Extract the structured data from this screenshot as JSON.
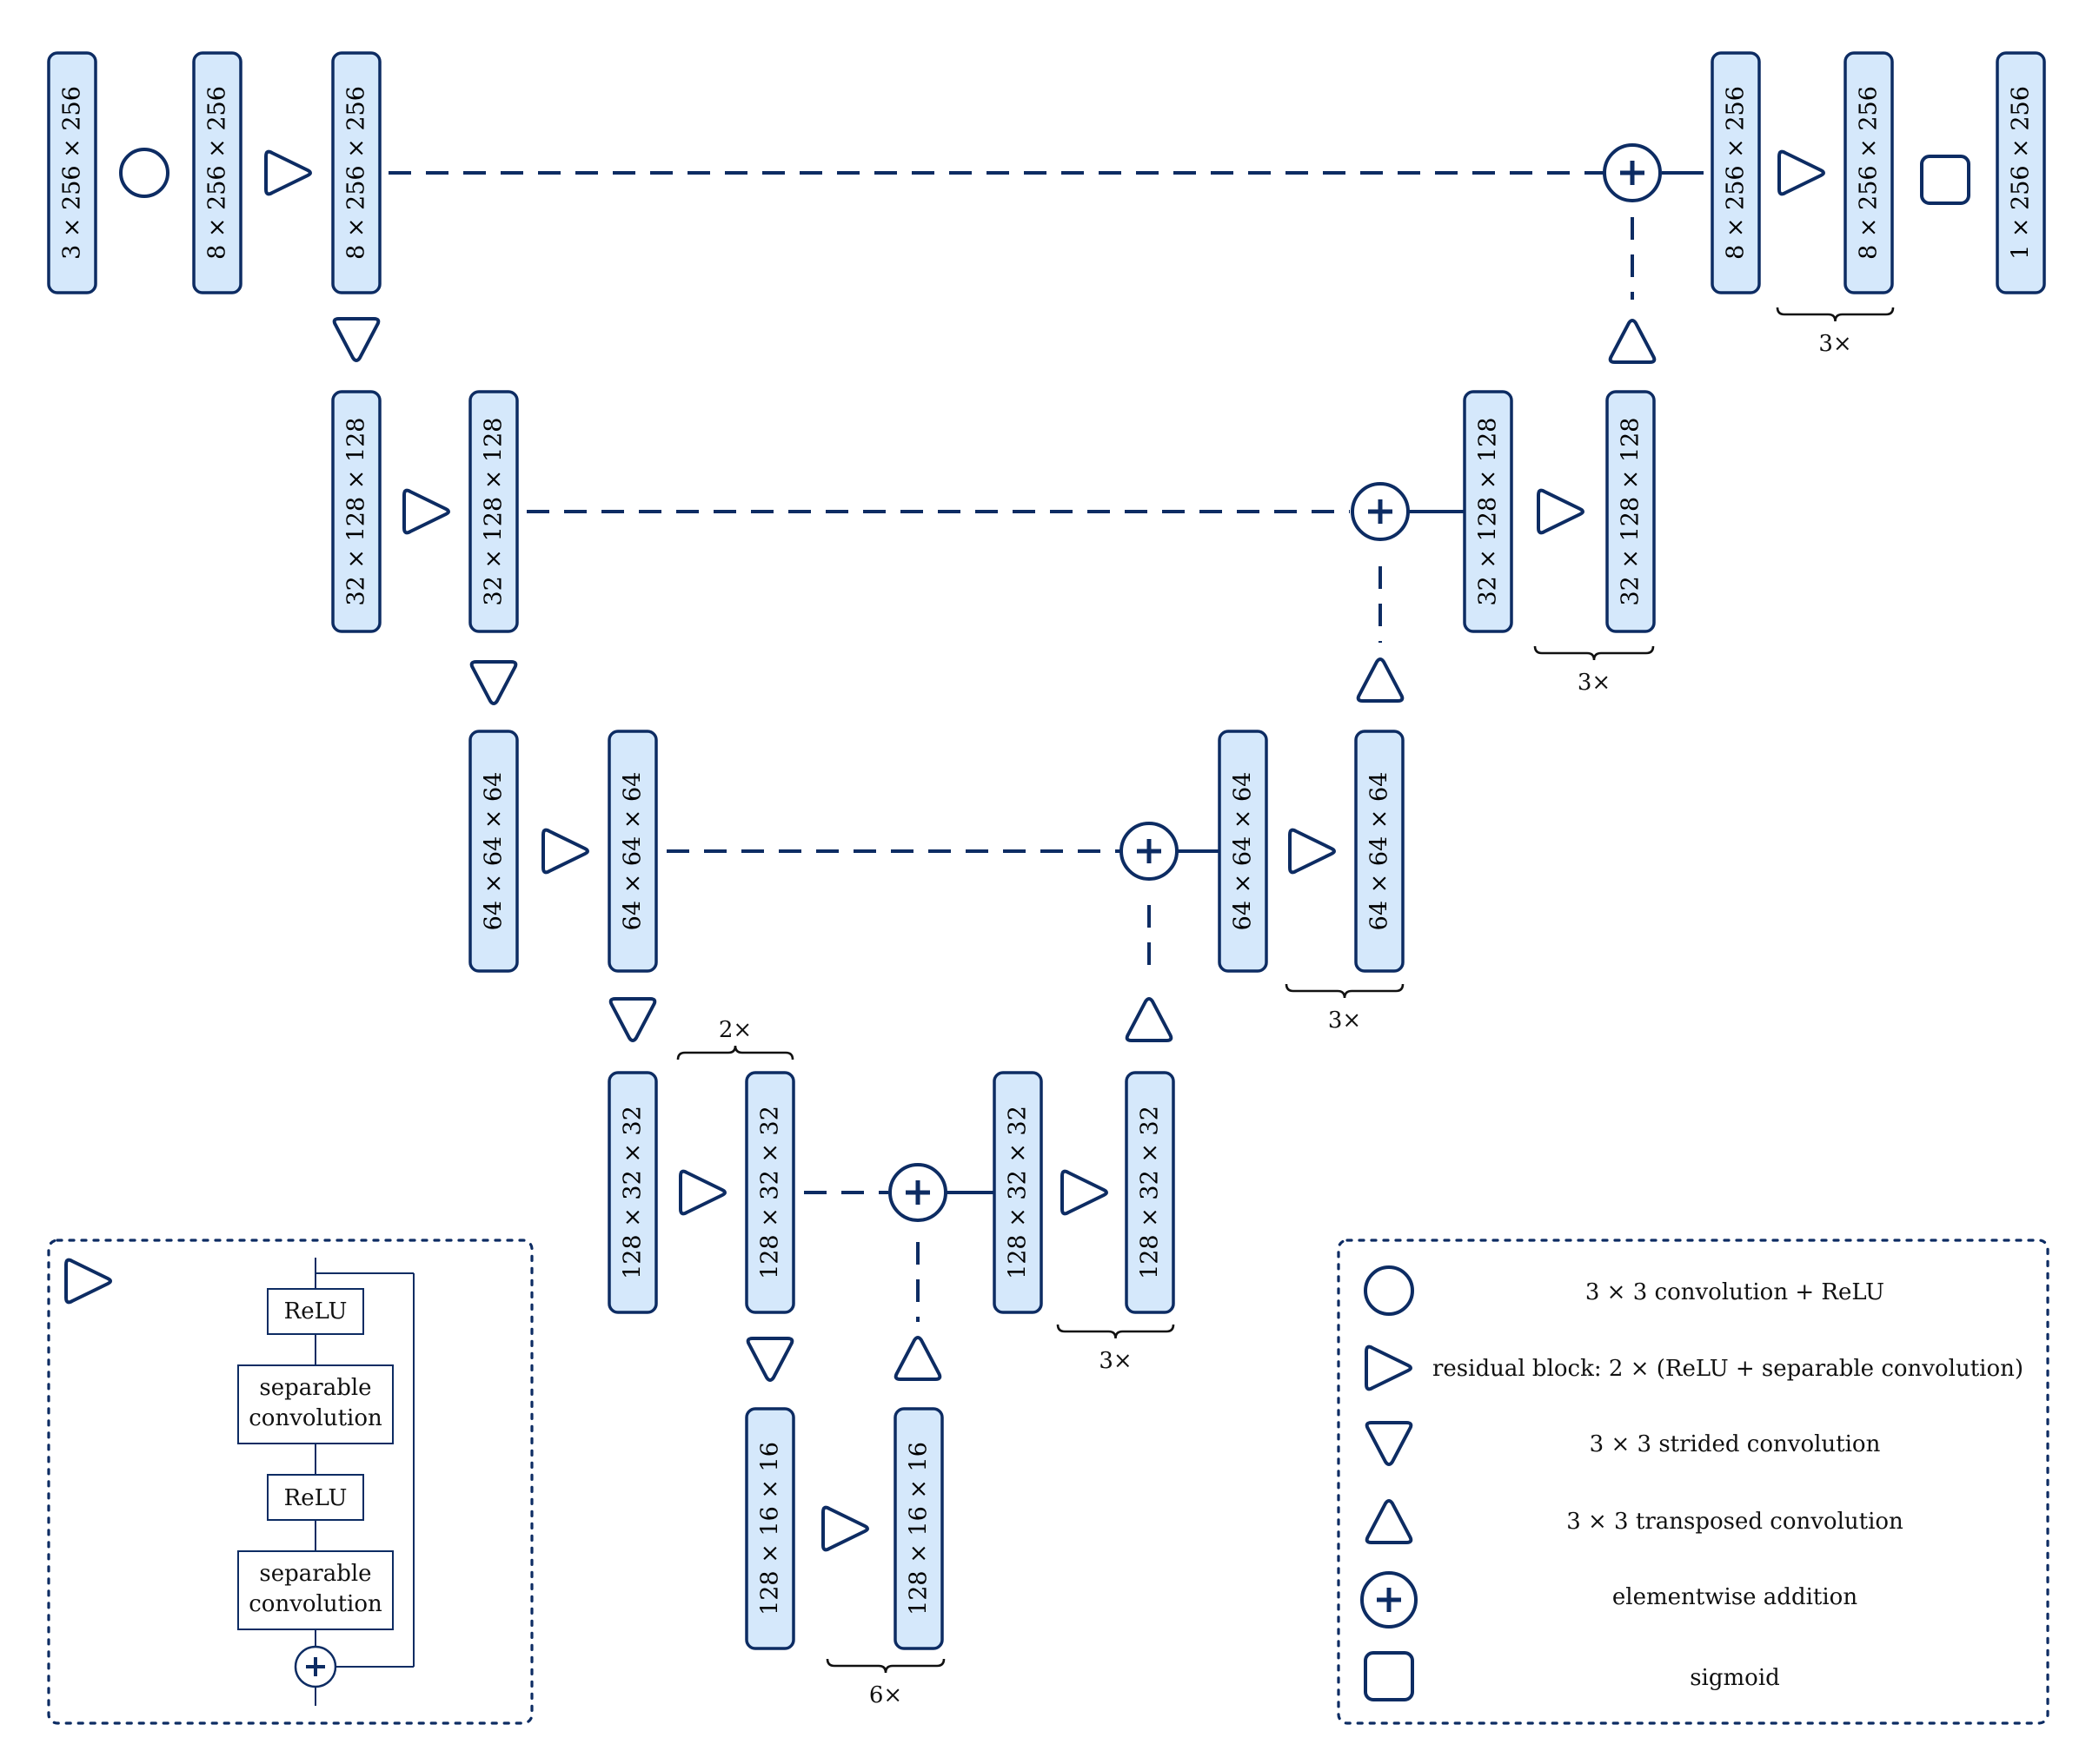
{
  "blocks": [
    {
      "id": "b1",
      "label": "3 × 256 × 256"
    },
    {
      "id": "b2",
      "label": "8 × 256 × 256"
    },
    {
      "id": "b3",
      "label": "8 × 256 × 256"
    },
    {
      "id": "b4",
      "label": "32 × 128 × 128"
    },
    {
      "id": "b5",
      "label": "32 × 128 × 128"
    },
    {
      "id": "b6",
      "label": "64 × 64 × 64"
    },
    {
      "id": "b7",
      "label": "64 × 64 × 64"
    },
    {
      "id": "b8",
      "label": "128 × 32 × 32"
    },
    {
      "id": "b9",
      "label": "128 × 32 × 32"
    },
    {
      "id": "b10",
      "label": "128 × 16 × 16"
    },
    {
      "id": "b11",
      "label": "128 × 16 × 16"
    },
    {
      "id": "b12",
      "label": "128 × 32 × 32"
    },
    {
      "id": "b13",
      "label": "128 × 32 × 32"
    },
    {
      "id": "b14",
      "label": "64 × 64 × 64"
    },
    {
      "id": "b15",
      "label": "64 × 64 × 64"
    },
    {
      "id": "b16",
      "label": "32 × 128 × 128"
    },
    {
      "id": "b17",
      "label": "32 × 128 × 128"
    },
    {
      "id": "b18",
      "label": "8 × 256 × 256"
    },
    {
      "id": "b19",
      "label": "8 × 256 × 256"
    },
    {
      "id": "b20",
      "label": "1 × 256 × 256"
    }
  ],
  "repeats": {
    "enc_bottleneck": "2×",
    "bottom": "6×",
    "dec_level3": "3×",
    "dec_level2": "3×",
    "dec_level1": "3×",
    "dec_level0": "3×"
  },
  "legend": {
    "conv_relu": "3 × 3 convolution + ReLU",
    "residual": "residual block: 2 × (ReLU + separable convolution)",
    "strided": "3 × 3 strided convolution",
    "transposed": "3 × 3 transposed convolution",
    "addition": "elementwise addition",
    "sigmoid": "sigmoid"
  },
  "residual_detail": {
    "relu": "ReLU",
    "sep_line1": "separable",
    "sep_line2": "convolution"
  },
  "colors": {
    "stroke": "#0d2c63",
    "block_fill": "#d5e8fb"
  }
}
